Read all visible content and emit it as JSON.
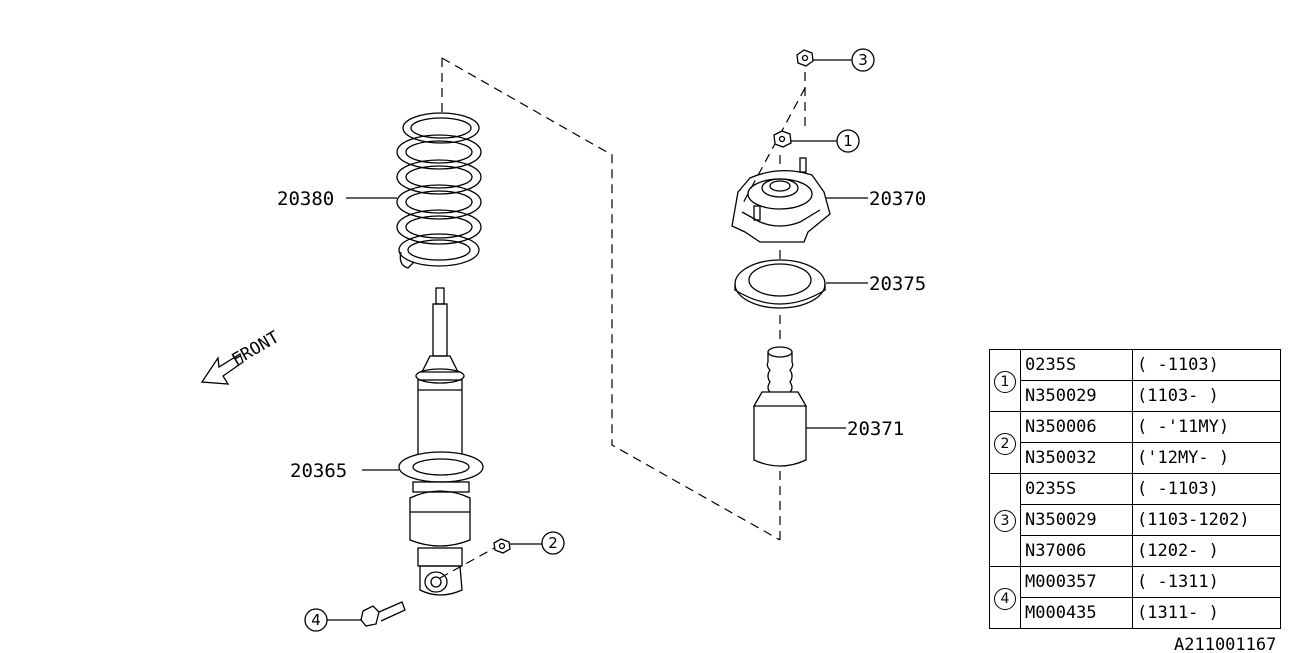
{
  "parts": {
    "coil_spring": "20380",
    "strut_mount": "20370",
    "spring_seat": "20375",
    "bump_stop": "20371",
    "strut_assembly": "20365"
  },
  "callouts": [
    "1",
    "2",
    "3",
    "4"
  ],
  "front_label": "FRONT",
  "diagram_code": "A211001167",
  "legend": [
    {
      "group": "1",
      "rows": [
        {
          "part": "0235S",
          "range": "( -1103)"
        },
        {
          "part": "N350029",
          "range": "(1103- )"
        }
      ]
    },
    {
      "group": "2",
      "rows": [
        {
          "part": "N350006",
          "range": "( -'11MY)"
        },
        {
          "part": "N350032",
          "range": "('12MY- )"
        }
      ]
    },
    {
      "group": "3",
      "rows": [
        {
          "part": "0235S",
          "range": "( -1103)"
        },
        {
          "part": "N350029",
          "range": "(1103-1202)"
        },
        {
          "part": "N37006",
          "range": "(1202- )"
        }
      ]
    },
    {
      "group": "4",
      "rows": [
        {
          "part": "M000357",
          "range": "( -1311)"
        },
        {
          "part": "M000435",
          "range": "(1311- )"
        }
      ]
    }
  ]
}
